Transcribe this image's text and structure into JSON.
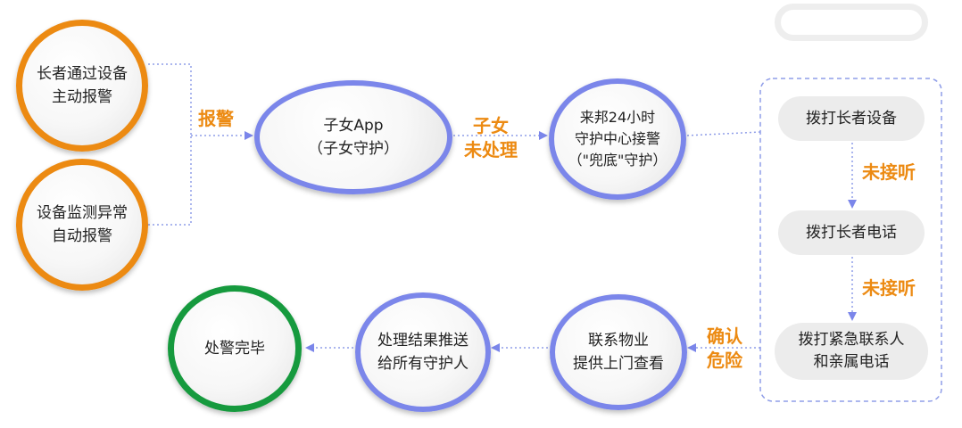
{
  "nodes": {
    "elder_device": [
      "长者通过设备",
      "主动报警"
    ],
    "device_monitor": [
      "设备监测异常",
      "自动报警"
    ],
    "child_app": [
      "子女App",
      "（子女守护）"
    ],
    "center": [
      "来邦24小时",
      "守护中心接警",
      "（\"兜底\"守护）"
    ],
    "property": [
      "联系物业",
      "提供上门查看"
    ],
    "push_result": [
      "处理结果推送",
      "给所有守护人"
    ],
    "done": [
      "处警完毕"
    ]
  },
  "steps": {
    "call_device": [
      "拨打长者设备"
    ],
    "call_phone": [
      "拨打长者电话"
    ],
    "call_contact": [
      "拨打紧急联系人",
      "和亲属电话"
    ]
  },
  "labels": {
    "alarm": [
      "报警"
    ],
    "child_unhandled": [
      "子女",
      "未处理"
    ],
    "no_answer_1": [
      "未接听"
    ],
    "no_answer_2": [
      "未接听"
    ],
    "confirm_danger": [
      "确认",
      "危险"
    ]
  },
  "colors": {
    "orange": "#ec8a12",
    "blue": "#7b86ea",
    "green": "#169a3e",
    "line": "#8f9de8"
  }
}
